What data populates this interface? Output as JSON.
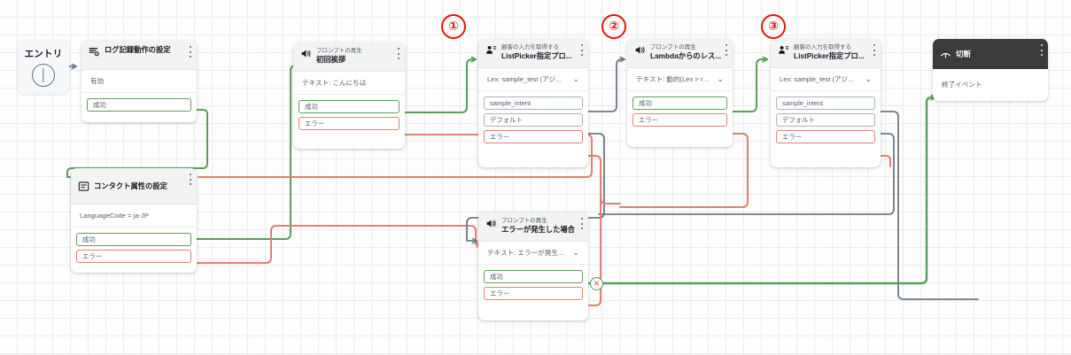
{
  "canvas": {
    "entry": {
      "label": "エントリ",
      "icon": "entry-point-icon"
    }
  },
  "nodes": [
    {
      "id": "set-logging",
      "icon": "logging-gear-icon",
      "kicker": "",
      "title": "ログ記録動作の設定",
      "body": "有効",
      "ports": [
        {
          "label": "成功",
          "kind": "ok"
        }
      ]
    },
    {
      "id": "set-contact-attributes",
      "icon": "contact-attributes-icon",
      "kicker": "",
      "title": "コンタクト属性の設定",
      "body": "LanguageCode = ja-JP",
      "ports": [
        {
          "label": "成功",
          "kind": "ok"
        },
        {
          "label": "エラー",
          "kind": "err"
        }
      ]
    },
    {
      "id": "play-prompt-greeting",
      "icon": "speaker-icon",
      "kicker": "プロンプトの再生",
      "title": "初回挨拶",
      "body": "テキスト: こんにちは",
      "ports": [
        {
          "label": "成功",
          "kind": "ok"
        },
        {
          "label": "エラー",
          "kind": "err"
        }
      ]
    },
    {
      "id": "get-customer-input-1",
      "icon": "customer-input-icon",
      "kicker": "顧客の入力を取得する",
      "title": "ListPicker指定プロ...",
      "body": "Lex: sample_test (アジ...",
      "chevron": "⌄",
      "ports": [
        {
          "label": "sample_intent",
          "kind": "neutral"
        },
        {
          "label": "デフォルト",
          "kind": "neutral"
        },
        {
          "label": "エラー",
          "kind": "err"
        }
      ]
    },
    {
      "id": "play-prompt-lambda",
      "icon": "speaker-icon",
      "kicker": "プロンプトの再生",
      "title": "Lambdaからのレス...",
      "body": "テキスト: 動的(Lex > re...",
      "chevron": "⌄",
      "ports": [
        {
          "label": "成功",
          "kind": "ok"
        },
        {
          "label": "エラー",
          "kind": "err"
        }
      ]
    },
    {
      "id": "get-customer-input-2",
      "icon": "customer-input-icon",
      "kicker": "顧客の入力を取得する",
      "title": "ListPicker指定プロ...",
      "body": "Lex: sample_test (アジ...",
      "chevron": "⌄",
      "ports": [
        {
          "label": "sample_intent",
          "kind": "neutral"
        },
        {
          "label": "デフォルト",
          "kind": "neutral"
        },
        {
          "label": "エラー",
          "kind": "err"
        }
      ]
    },
    {
      "id": "play-prompt-error",
      "icon": "speaker-icon",
      "kicker": "プロンプトの再生",
      "title": "エラーが発生した場合",
      "body": "テキスト: エラーが発生...",
      "chevron": "⌄",
      "ports": [
        {
          "label": "成功",
          "kind": "ok"
        },
        {
          "label": "エラー",
          "kind": "err"
        }
      ]
    },
    {
      "id": "disconnect",
      "icon": "disconnect-icon",
      "kicker": "",
      "title": "切断",
      "body": "終了イベント",
      "ports": []
    }
  ],
  "annotations": [
    {
      "label": "①",
      "name": "annotation-marker-1"
    },
    {
      "label": "②",
      "name": "annotation-marker-2"
    },
    {
      "label": "③",
      "name": "annotation-marker-3"
    }
  ],
  "markers": [
    {
      "label": "✕",
      "name": "connector-error-marker"
    }
  ],
  "colors": {
    "success_wire": "#5b9e58",
    "error_wire": "#de8270",
    "neutral_wire": "#6c7a89",
    "annotation": "#e8140f",
    "header_bg": "#f2f3f3",
    "dark_header_bg": "#3b3b3b",
    "grid": "#ececec"
  }
}
